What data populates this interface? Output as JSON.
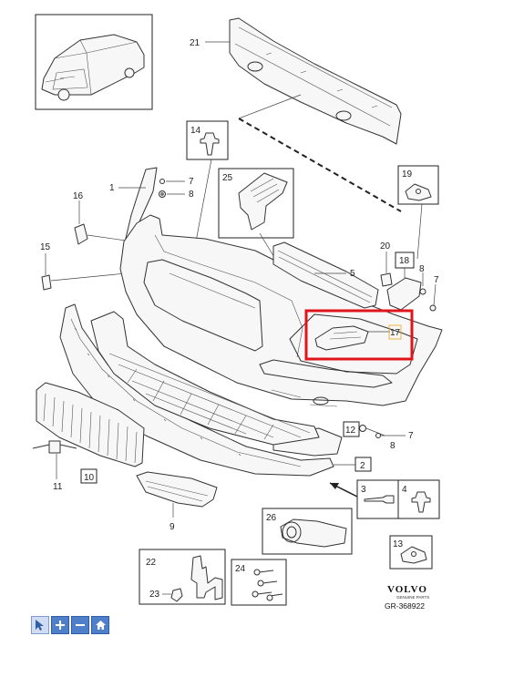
{
  "callouts": {
    "p1": "1",
    "p2": "2",
    "p3": "3",
    "p4": "4",
    "p5": "5",
    "p7a": "7",
    "p7b": "7",
    "p7c": "7",
    "p8a": "8",
    "p8b": "8",
    "p8c": "8",
    "p9": "9",
    "p10": "10",
    "p11": "11",
    "p12": "12",
    "p13": "13",
    "p14": "14",
    "p15": "15",
    "p16": "16",
    "p17": "17",
    "p18": "18",
    "p19": "19",
    "p20": "20",
    "p21": "21",
    "p22": "22",
    "p23": "23",
    "p24": "24",
    "p25": "25",
    "p26": "26"
  },
  "brand": {
    "name": "VOLVO",
    "subtitle": "GENUINE PARTS",
    "reference": "GR-368922"
  },
  "highlight": {
    "part": "17",
    "color": "#e0151b"
  },
  "toolbar": {
    "select_icon": "cursor-icon",
    "zoom_in_icon": "plus-icon",
    "zoom_out_icon": "minus-icon",
    "home_icon": "home-icon",
    "color": "#4f7fc8"
  }
}
